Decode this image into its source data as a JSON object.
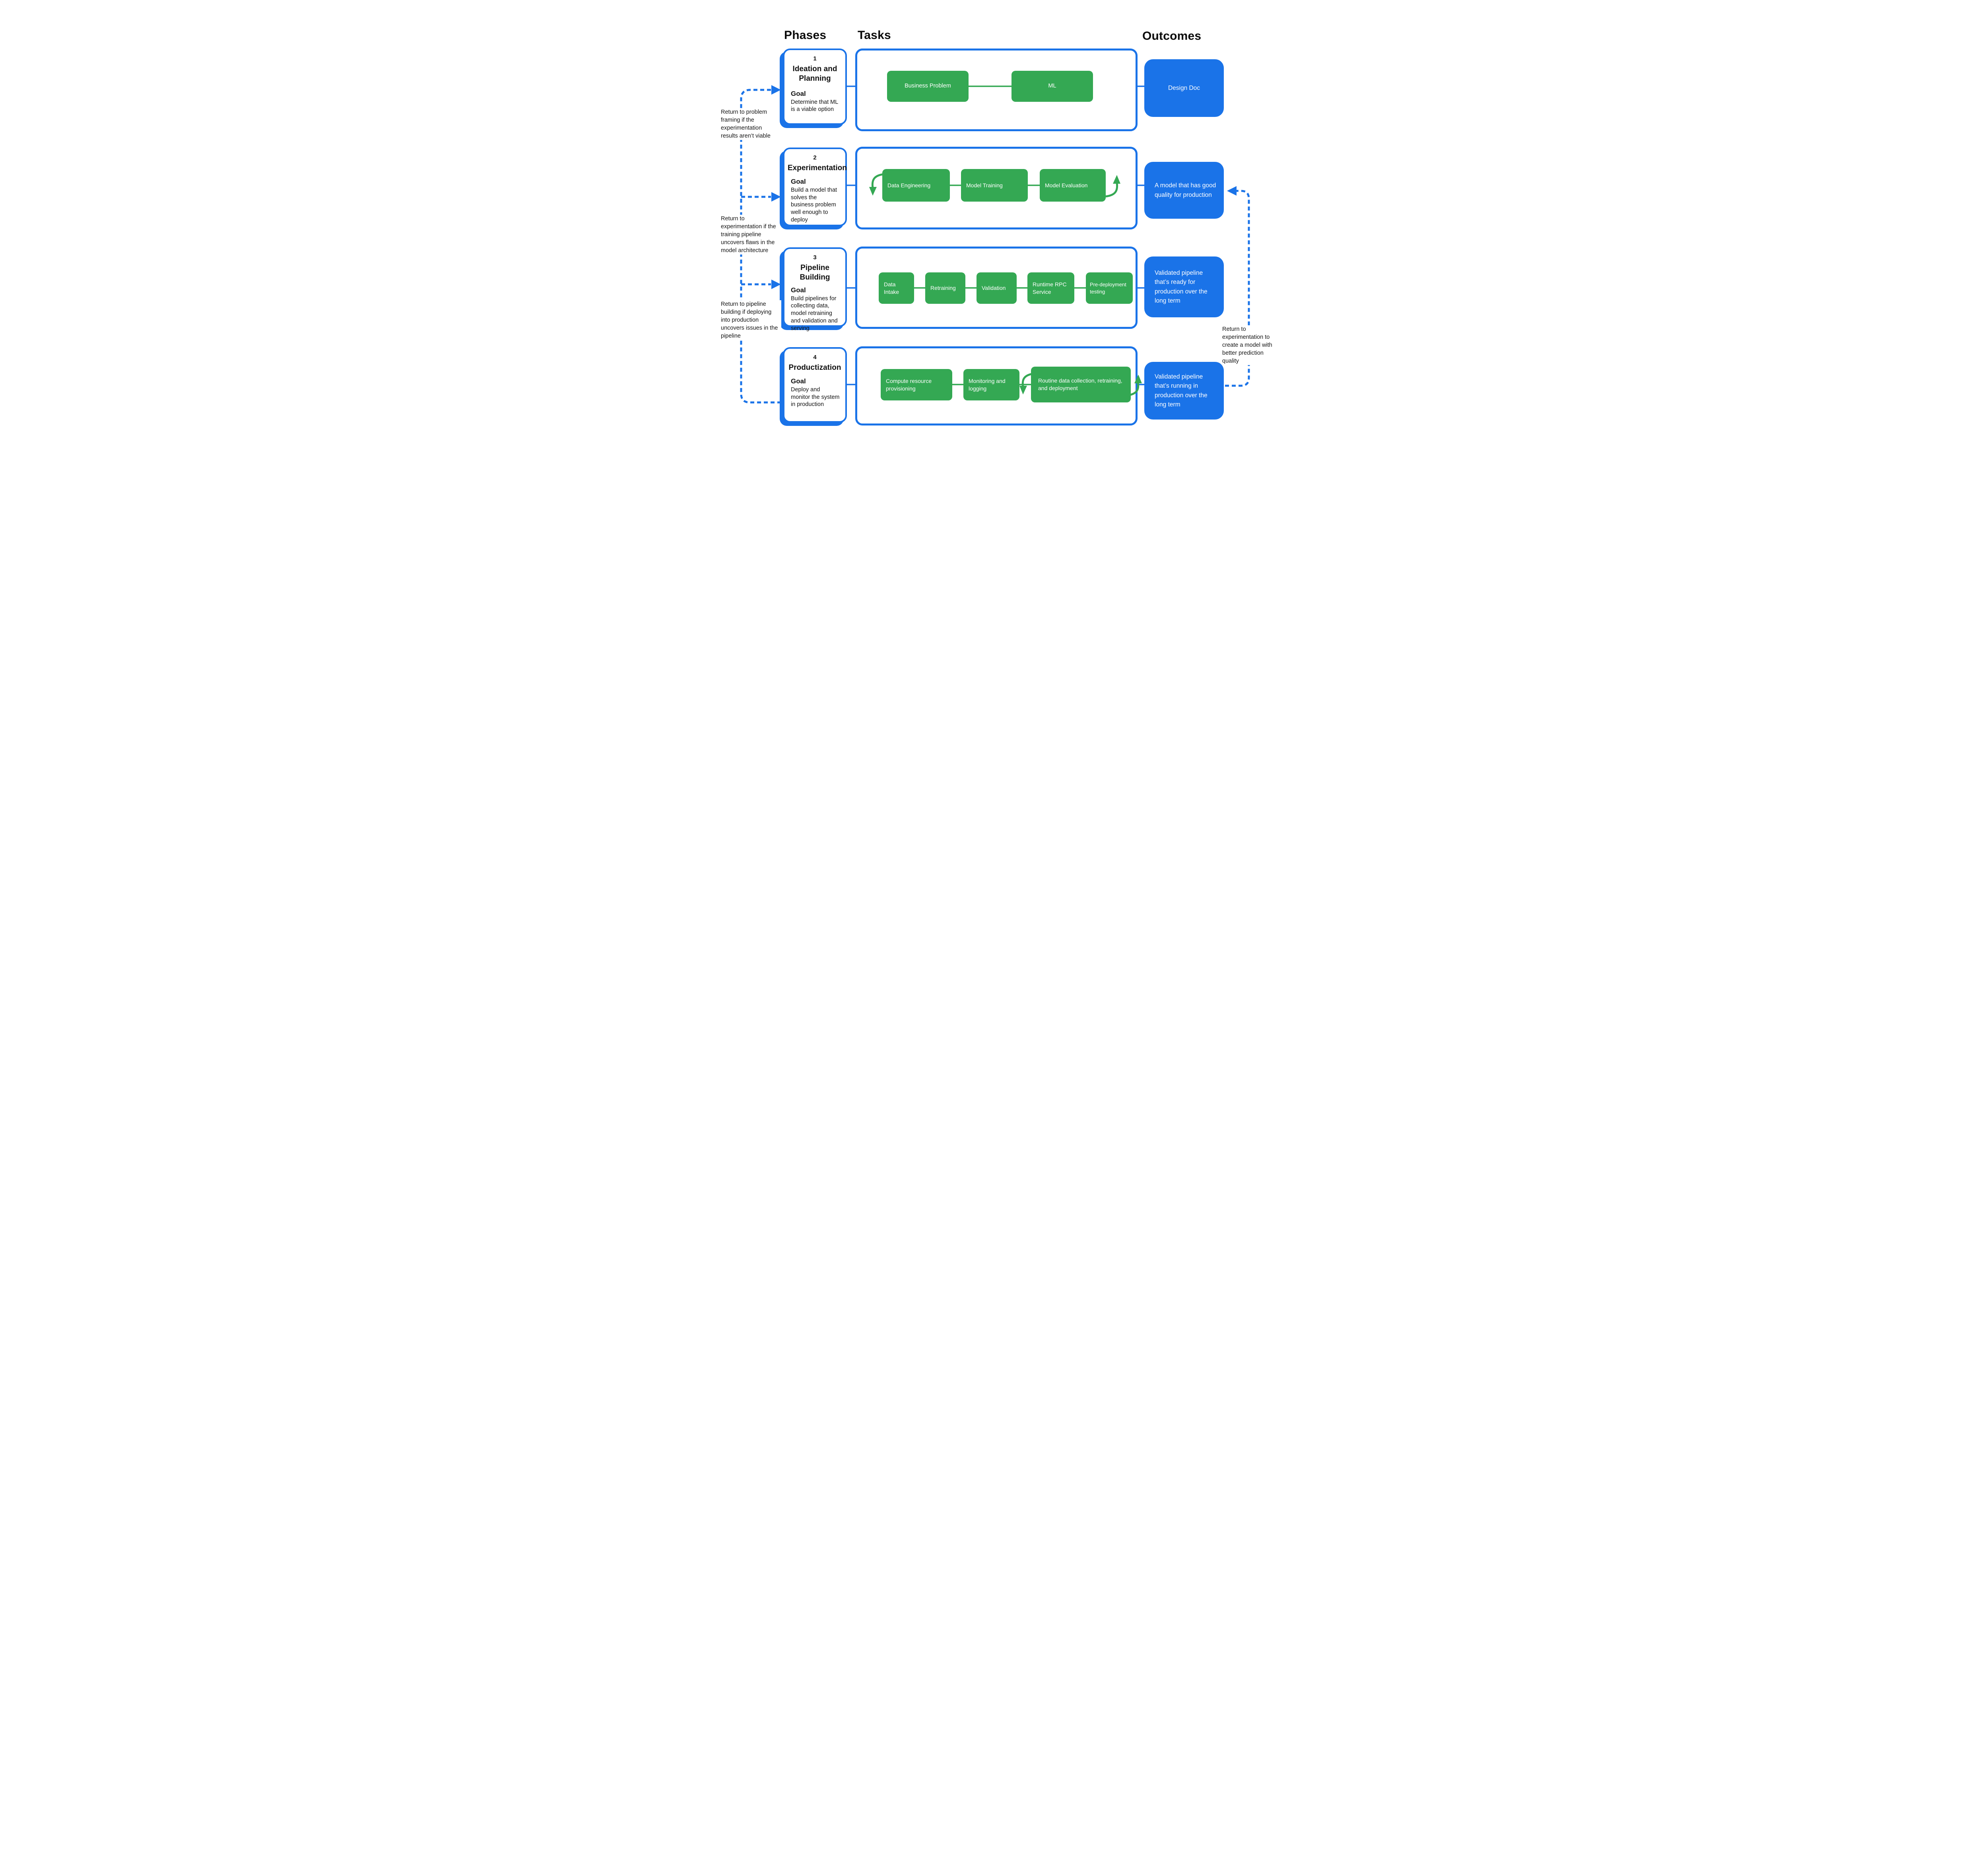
{
  "columns": {
    "phases": "Phases",
    "tasks": "Tasks",
    "outcomes": "Outcomes"
  },
  "phases": [
    {
      "number": "1",
      "title": "Ideation and Planning",
      "goal_label": "Goal",
      "goal": "Determine that ML is a viable option",
      "tasks": [
        "Business Problem",
        "ML"
      ],
      "outcome": "Design Doc"
    },
    {
      "number": "2",
      "title": "Experimentation",
      "goal_label": "Goal",
      "goal": "Build a model that solves the business problem well enough to deploy",
      "tasks": [
        "Data Engineering",
        "Model Training",
        "Model Evaluation"
      ],
      "outcome": "A model that has good quality for production"
    },
    {
      "number": "3",
      "title": "Pipeline Building",
      "goal_label": "Goal",
      "goal": "Build pipelines for collecting data, model retraining and validation and serving",
      "tasks": [
        "Data Intake",
        "Retraining",
        "Validation",
        "Runtime RPC Service",
        "Pre-deployment testing"
      ],
      "outcome": "Validated pipeline that’s ready for production over the long term"
    },
    {
      "number": "4",
      "title": "Productization",
      "goal_label": "Goal",
      "goal": "Deploy and monitor the system in production",
      "tasks": [
        "Compute resource provisioning",
        "Monitoring and logging",
        "Routine data collection, retraining, and deployment"
      ],
      "outcome": "Validated pipeline that’s running in production over the long term"
    }
  ],
  "annotations": [
    {
      "text": "Return to problem framing if the experimentation results aren’t viable"
    },
    {
      "text": "Return to experimentation if the training pipeline uncovers flaws in the model architecture"
    },
    {
      "text": "Return to pipeline building if deploying into production uncovers issues in the pipeline"
    },
    {
      "text": "Return to experimentation to create a model with better prediction quality"
    }
  ],
  "colors": {
    "accent_blue": "#1a73e8",
    "task_green": "#34a853"
  }
}
